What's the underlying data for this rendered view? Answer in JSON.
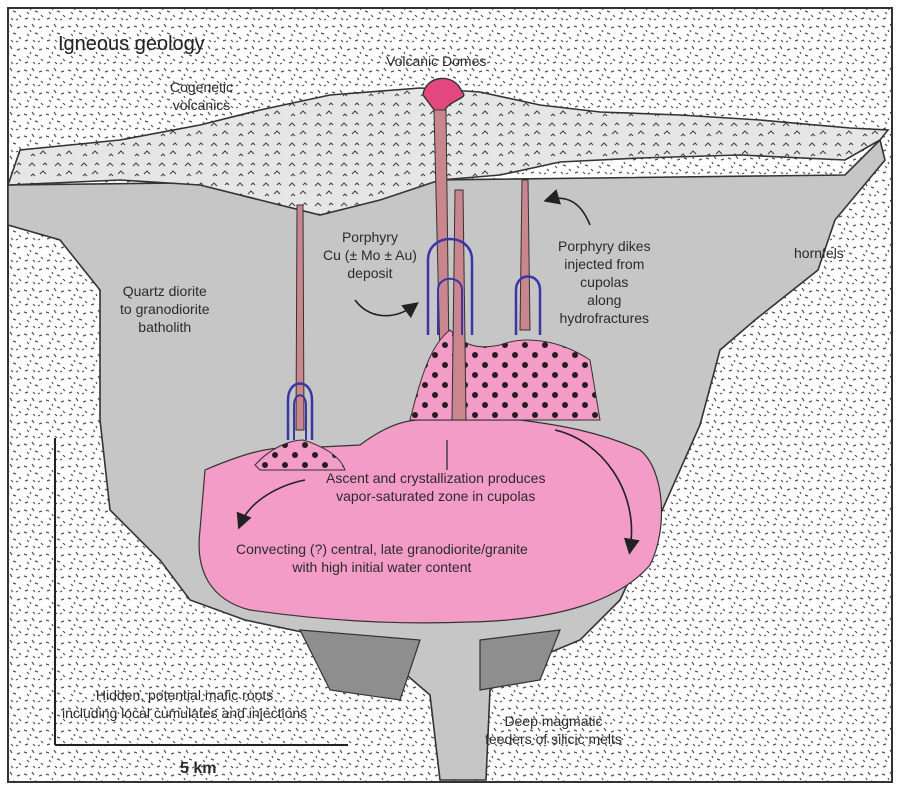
{
  "title": "Igneous geology",
  "labels": {
    "volcanic_domes": "Volcanic Domes",
    "cogenetic": [
      "Cogenetic",
      "volcanics"
    ],
    "porphyry_deposit": [
      "Porphyry",
      "Cu (± Mo ± Au)",
      "deposit"
    ],
    "batholith": [
      "Quartz diorite",
      "to granodiorite",
      "batholith"
    ],
    "dikes": [
      "Porphyry dikes",
      "injected from",
      "cupolas",
      "along",
      "hydrofractures"
    ],
    "hornfels": "hornfels",
    "ascent": [
      "Ascent and crystallization produces",
      "vapor-saturated zone in cupolas"
    ],
    "convecting": [
      "Convecting (?) central, late granodiorite/granite",
      "with high initial water content"
    ],
    "mafic_roots": [
      "Hidden, potential mafic roots",
      "including local cumulates and injections"
    ],
    "deep_feeders": [
      "Deep magmatic",
      "feeders of silicic melts"
    ],
    "scale": "5 km"
  },
  "colors": {
    "batholith": "#c6c6c6",
    "volcanics": "#e6e6e6",
    "granite": "#f39cc8",
    "dome": "#e2487e",
    "dike": "#c9868d",
    "ore_shell": "#3a36a8",
    "outline": "#333333"
  }
}
